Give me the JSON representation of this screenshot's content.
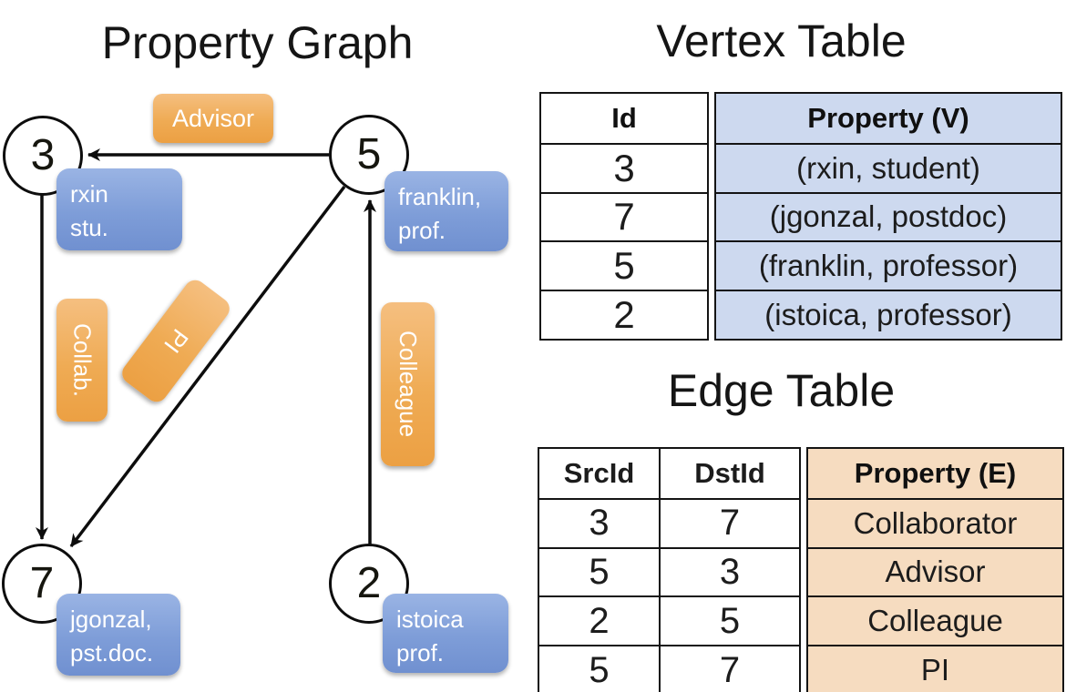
{
  "graph": {
    "title": "Property Graph",
    "nodes": [
      {
        "id": "3"
      },
      {
        "id": "5"
      },
      {
        "id": "7"
      },
      {
        "id": "2"
      }
    ],
    "property_boxes": [
      {
        "node": "3",
        "line1": "rxin",
        "line2": "stu."
      },
      {
        "node": "5",
        "line1": "franklin,",
        "line2": "prof."
      },
      {
        "node": "7",
        "line1": "jgonzal,",
        "line2": "pst.doc."
      },
      {
        "node": "2",
        "line1": "istoica",
        "line2": "prof."
      }
    ],
    "edge_labels": [
      {
        "label": "Advisor"
      },
      {
        "label": "Collab."
      },
      {
        "label": "PI"
      },
      {
        "label": "Colleague"
      }
    ]
  },
  "vertex_table": {
    "title": "Vertex Table",
    "columns": [
      "Id",
      "Property (V)"
    ],
    "rows": [
      [
        "3",
        "(rxin, student)"
      ],
      [
        "7",
        "(jgonzal, postdoc)"
      ],
      [
        "5",
        "(franklin, professor)"
      ],
      [
        "2",
        "(istoica, professor)"
      ]
    ]
  },
  "edge_table": {
    "title": "Edge Table",
    "columns": [
      "SrcId",
      "DstId",
      "Property (E)"
    ],
    "rows": [
      [
        "3",
        "7",
        "Collaborator"
      ],
      [
        "5",
        "3",
        "Advisor"
      ],
      [
        "2",
        "5",
        "Colleague"
      ],
      [
        "5",
        "7",
        "PI"
      ]
    ]
  },
  "colors": {
    "vertex_property_fill": "#cdd9ef",
    "edge_property_fill": "#f6dcc0",
    "orange_label_top": "#f5bf80",
    "orange_label_bottom": "#eca043",
    "blue_box_top": "#9ab4e4",
    "blue_box_bottom": "#7090d0",
    "line_color": "#0d0d0d",
    "table_border": "#141414"
  }
}
